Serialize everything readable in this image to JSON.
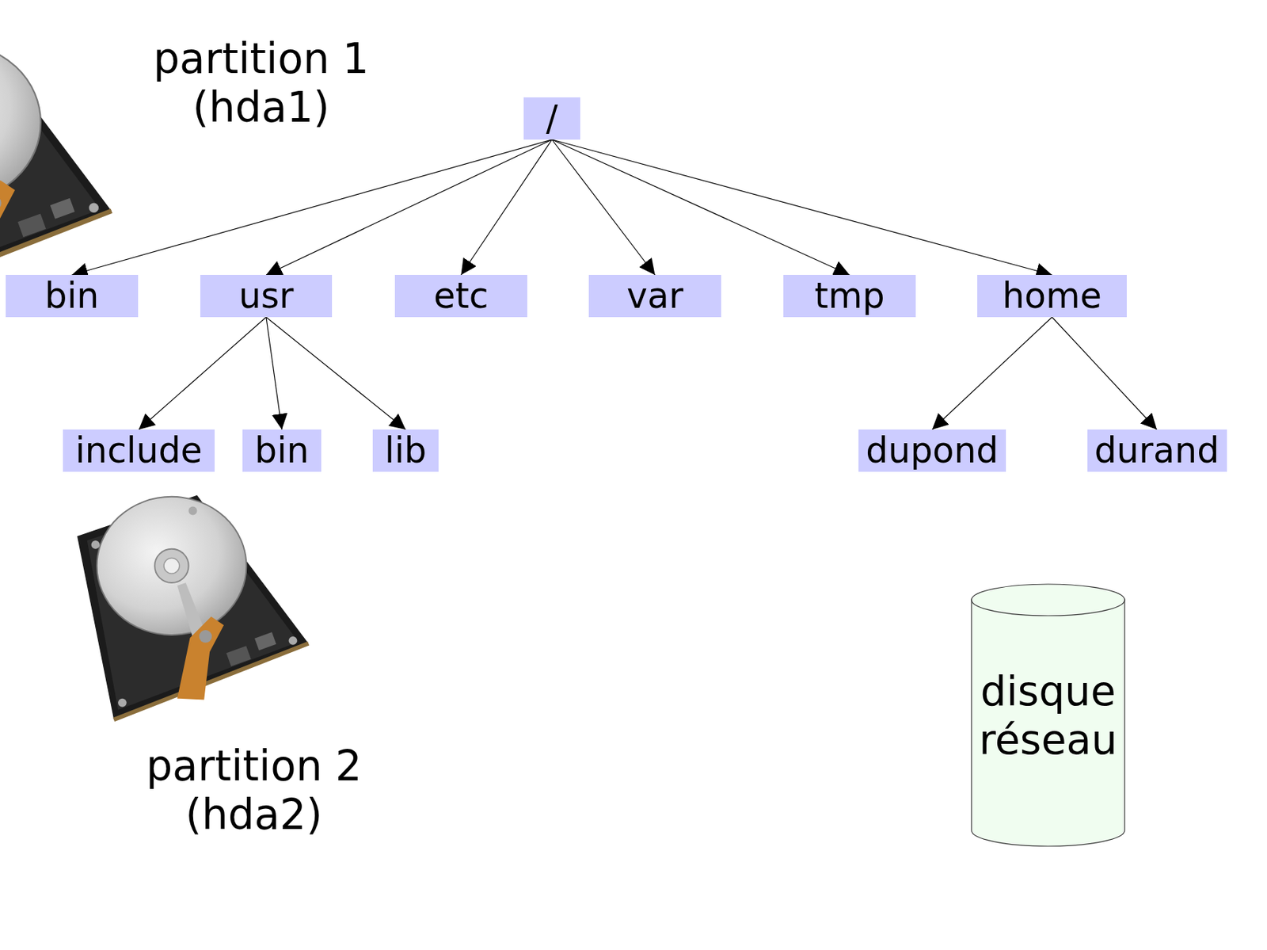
{
  "diagram": {
    "nodes": [
      {
        "text": [
          "partition 1 (hda1)"
        ]
      },
      {
        "text": [
          "/"
        ],
        "in": 0
      },
      {
        "text": [
          "bin"
        ],
        "in": 0
      },
      {
        "text": [
          "usr"
        ],
        "in": 0
      },
      {
        "text": [
          "etc"
        ],
        "in": 0
      },
      {
        "text": [
          "var"
        ],
        "in": 0
      },
      {
        "text": [
          "tmp"
        ],
        "in": 0
      },
      {
        "text": [
          "home"
        ],
        "in": 0
      },
      {
        "text": [
          "partition 2 (hda2)"
        ]
      },
      {
        "text": [
          "include"
        ],
        "in": 8
      },
      {
        "text": [
          "bin"
        ],
        "in": 8
      },
      {
        "text": [
          "lib"
        ],
        "in": 8
      },
      {
        "text": [
          "dupond"
        ]
      },
      {
        "text": [
          "durand"
        ]
      },
      {
        "text": [
          "disque réseau"
        ]
      }
    ],
    "edges": [
      {
        "from": 1,
        "to": 2,
        "arrow": "to"
      },
      {
        "from": 1,
        "to": 3,
        "arrow": "to"
      },
      {
        "from": 1,
        "to": 4,
        "arrow": "to"
      },
      {
        "from": 1,
        "to": 5,
        "arrow": "to"
      },
      {
        "from": 1,
        "to": 6,
        "arrow": "to"
      },
      {
        "from": 1,
        "to": 7,
        "arrow": "to"
      },
      {
        "from": 3,
        "to": 9,
        "arrow": "to"
      },
      {
        "from": 3,
        "to": 10,
        "arrow": "to"
      },
      {
        "from": 3,
        "to": 11,
        "arrow": "to"
      },
      {
        "from": 7,
        "to": 12,
        "arrow": "to"
      },
      {
        "from": 7,
        "to": 13,
        "arrow": "to"
      }
    ]
  }
}
